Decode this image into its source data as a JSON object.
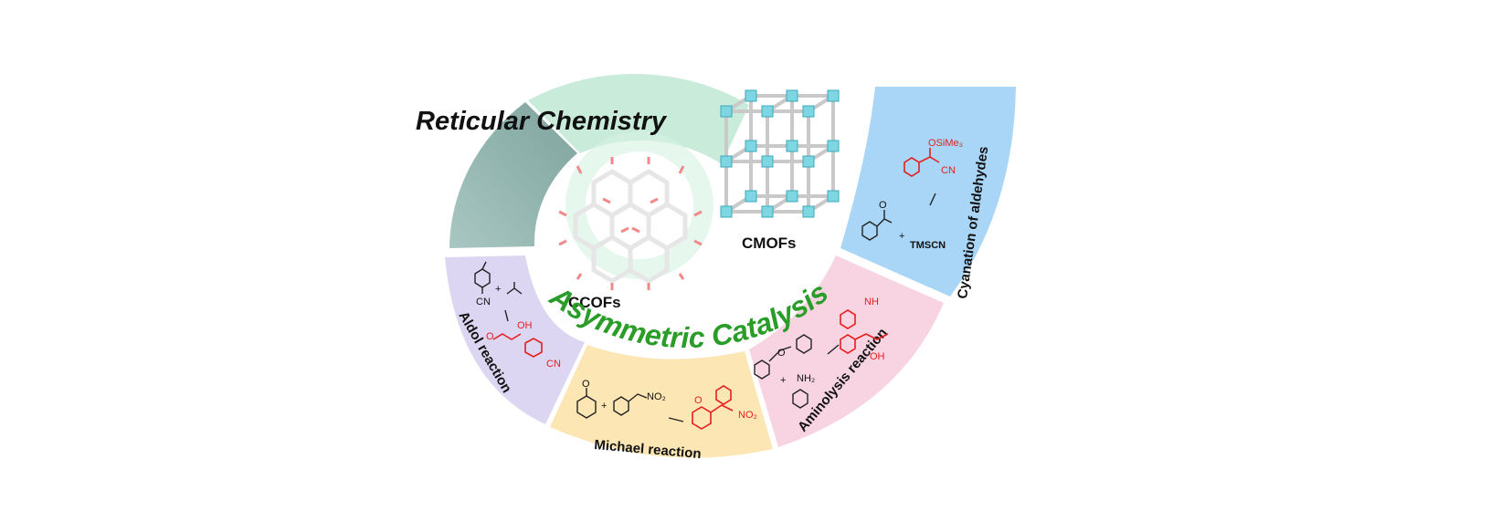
{
  "title_reticular": "Reticular Chemistry",
  "title_asymmetric": "Asymmetric Catalysis",
  "label_ccofs": "CCOFs",
  "label_cmofs": "CMOFs",
  "reactions": {
    "aldol": "Aldol reaction",
    "michael": "Michael reaction",
    "aminolysis": "Aminolysis reaction",
    "cyanation": "Cyanation of aldehydes"
  },
  "chem_text": {
    "cn": "CN",
    "oh": "OH",
    "o": "O",
    "no2": "NO₂",
    "nh": "NH",
    "nh2": "NH₂",
    "osime3": "OSiMe₃",
    "tmscn": "TMSCN",
    "plus": "+"
  },
  "colors": {
    "aldol_panel": "#ddd6f2",
    "michael_panel": "#fbe6b4",
    "aminolysis_panel": "#f8d4e2",
    "cyanation_panel": "#a9d6f7",
    "teal_arc": "#8fb4ae",
    "green_arc": "#bfe8d3",
    "green_title": "#2a9d28",
    "product_red": "#e41e1e",
    "mof_cube": "#7fd6e3"
  }
}
